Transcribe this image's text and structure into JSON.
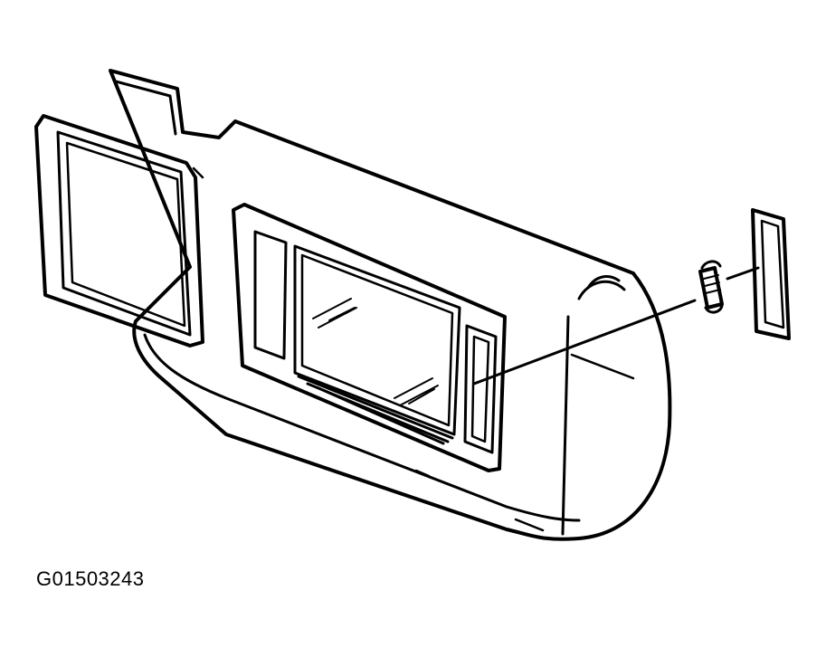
{
  "figure": {
    "reference_code": "G01503243"
  },
  "palette": {
    "ink": "#000000",
    "paper": "#ffffff"
  },
  "parts": [
    "sunshade-visor-body",
    "mirror-cover-panel",
    "vanity-mirror",
    "lamp-lens",
    "bulb",
    "bulb-cover"
  ]
}
